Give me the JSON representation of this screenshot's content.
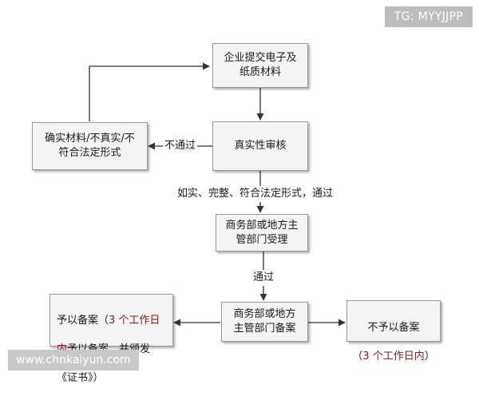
{
  "watermark": {
    "tag": "TG: MYYJJPP",
    "url": "www.chnkaiyun.com"
  },
  "boxes": {
    "submit": "企业提交电子及\n纸质材料",
    "review": "真实性审核",
    "rejected": "确实材料/不真实/不\n符合法定形式",
    "accept": "商务部或地方主\n管部门受理",
    "filing": "商务部或地方\n主管部门备案",
    "approved_line1_a": "予以备案（",
    "approved_line1_b": "3 个工作日",
    "approved_line2_a": "内",
    "approved_line2_b": "予以备案，并颁发",
    "approved_line3": "《证书》）",
    "denied_line1": "不予以备案",
    "denied_line2_a": "（",
    "denied_line2_b": "3 个工作日内",
    "denied_line2_c": "）"
  },
  "labels": {
    "not_pass": "不通过",
    "conforms": "如实、完整、符合法定形式，通过",
    "pass": "通过"
  },
  "colors": {
    "highlight": "#8b1a1a"
  }
}
